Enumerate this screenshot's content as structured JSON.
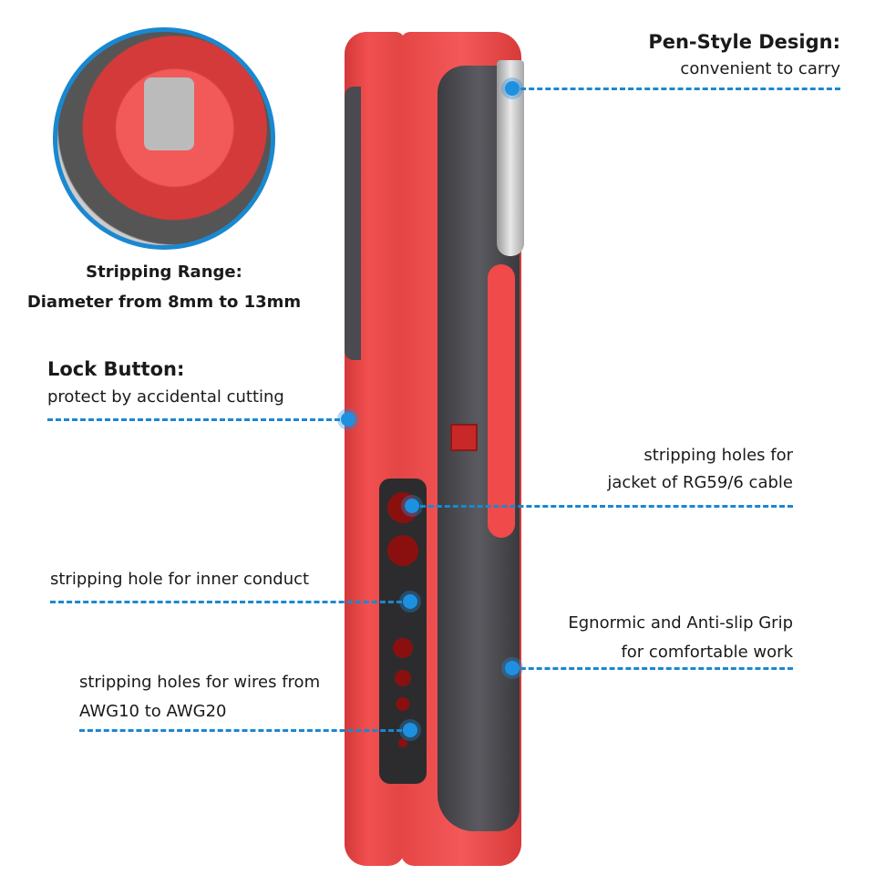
{
  "inset": {
    "title": "Stripping Range:",
    "subtitle": "Diameter from 8mm to 13mm"
  },
  "callouts": {
    "pen_style": {
      "title": "Pen-Style Design:",
      "subtitle": "convenient to carry"
    },
    "lock_button": {
      "title": "Lock Button:",
      "subtitle": "protect by accidental cutting"
    },
    "jacket": {
      "line1": "stripping holes for",
      "line2": "jacket of RG59/6 cable"
    },
    "inner": {
      "line1": "stripping hole for inner conduct"
    },
    "grip": {
      "line1": "Egnormic and Anti-slip Grip",
      "line2": "for comfortable work"
    },
    "wires": {
      "line1": "stripping holes for wires from",
      "line2": "AWG10 to AWG20"
    }
  },
  "colors": {
    "accent": "#1a88d0",
    "tool_red": "#f04a4a",
    "grip_gray": "#4a4a50"
  }
}
